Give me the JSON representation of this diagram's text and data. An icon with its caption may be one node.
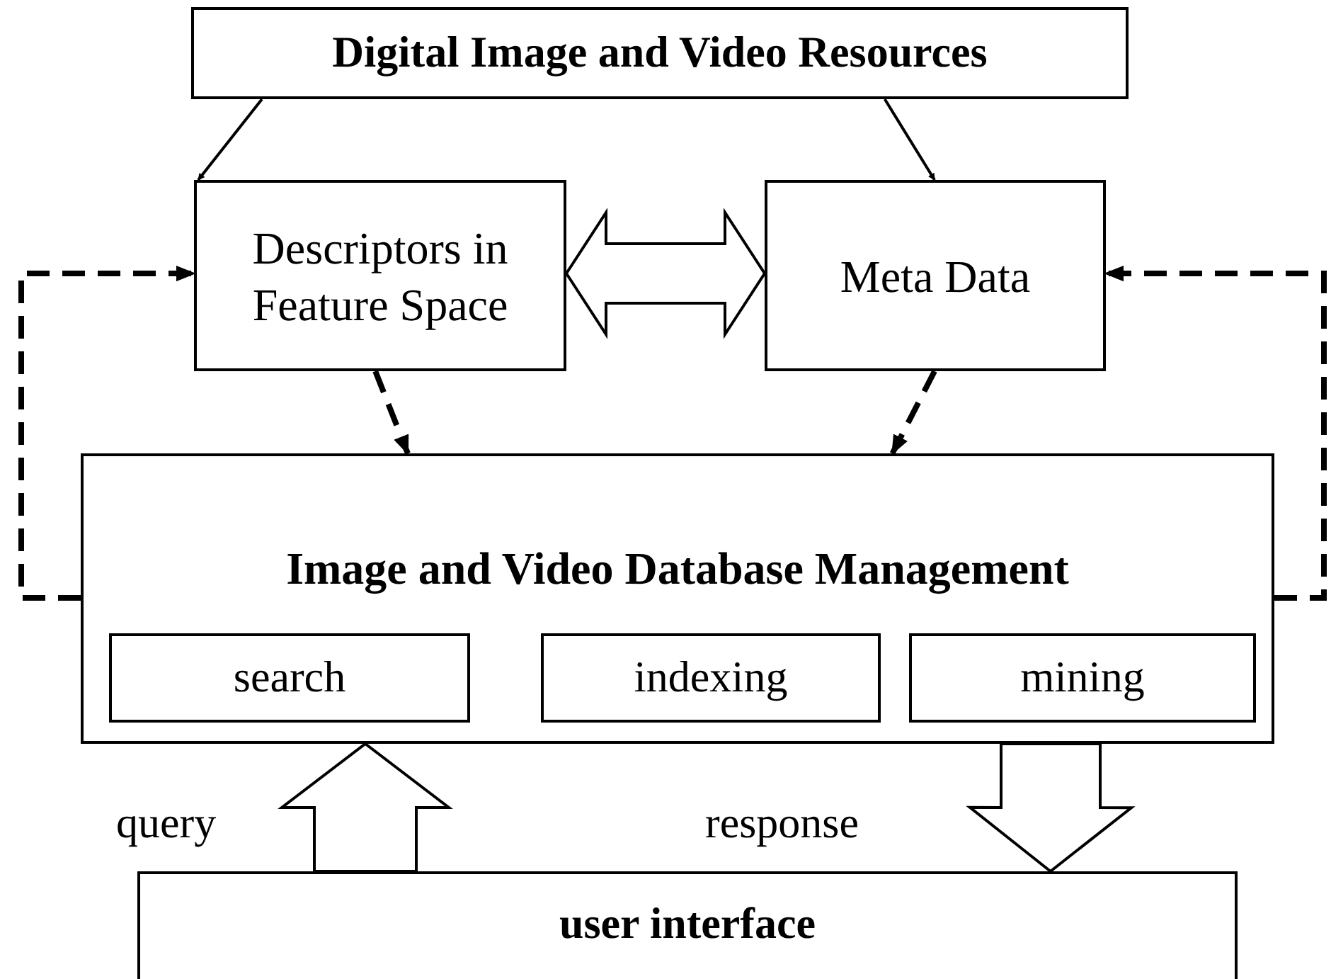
{
  "diagram": {
    "nodes": [
      {
        "text": [
          "Digital Image and Video Resources"
        ]
      },
      {
        "text": [
          "Descriptors in Feature Space"
        ]
      },
      {
        "text": [
          "Meta Data"
        ]
      },
      {
        "text": [
          "Image and Video Database Management"
        ]
      },
      {
        "text": [
          "search"
        ],
        "in": 3
      },
      {
        "text": [
          "indexing"
        ],
        "in": 3
      },
      {
        "text": [
          "mining"
        ],
        "in": 3
      },
      {
        "text": [
          "user interface"
        ]
      }
    ],
    "edges": [
      {
        "from": 0,
        "to": 1,
        "arrow": "to"
      },
      {
        "from": 0,
        "to": 2,
        "arrow": "to"
      },
      {
        "from": 1,
        "to": 2,
        "arrow": "both",
        "style": "thick"
      },
      {
        "from": 1,
        "to": 3,
        "arrow": "to",
        "style": "dashed"
      },
      {
        "from": 2,
        "to": 3,
        "arrow": "to",
        "style": "dashed"
      },
      {
        "from": 3,
        "to": 1,
        "arrow": "to",
        "style": "dashed"
      },
      {
        "from": 3,
        "to": 2,
        "arrow": "to",
        "style": "dashed"
      },
      {
        "from": 7,
        "to": 3,
        "arrow": "to",
        "style": "thick",
        "label": "query"
      },
      {
        "from": 3,
        "to": 7,
        "arrow": "to",
        "style": "thick",
        "label": "response"
      }
    ]
  }
}
